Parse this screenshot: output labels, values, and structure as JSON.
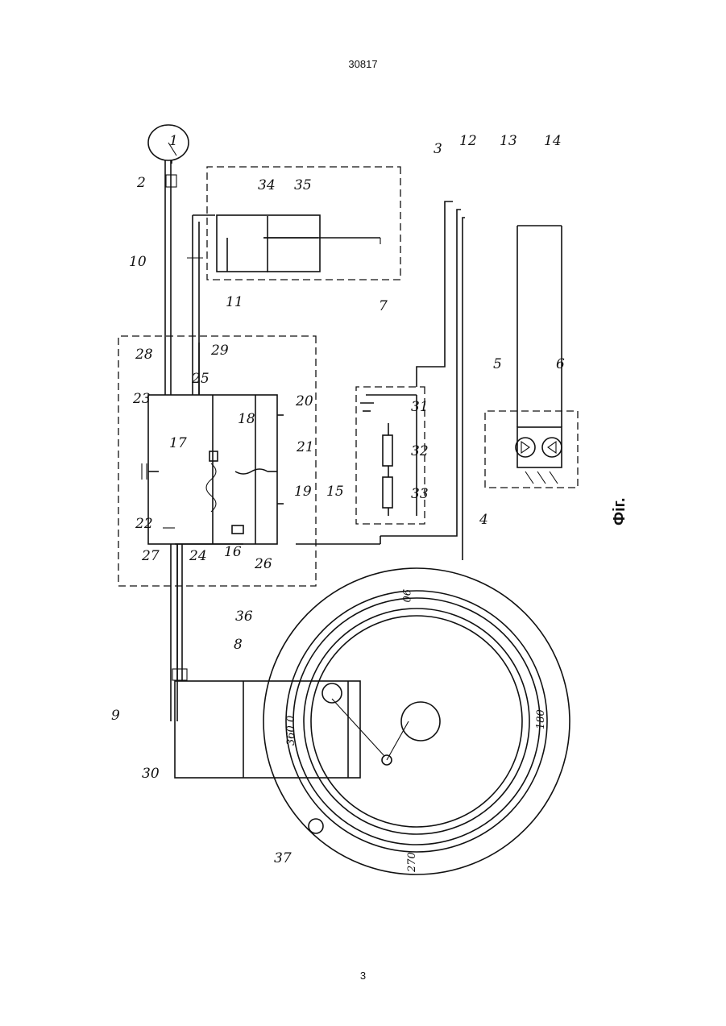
{
  "header": {
    "doc_number": "30817"
  },
  "footer": {
    "page_number": "3"
  },
  "figure": {
    "caption": "Фіг.",
    "labels": {
      "l1": "1",
      "l2": "2",
      "l3": "3",
      "l4": "4",
      "l5": "5",
      "l6": "6",
      "l7": "7",
      "l8": "8",
      "l9": "9",
      "l10": "10",
      "l11": "11",
      "l12": "12",
      "l13": "13",
      "l14": "14",
      "l15": "15",
      "l16": "16",
      "l17": "17",
      "l18": "18",
      "l19": "19",
      "l20": "20",
      "l21": "21",
      "l22": "22",
      "l23": "23",
      "l24": "24",
      "l25": "25",
      "l26": "26",
      "l27": "27",
      "l28": "28",
      "l29": "29",
      "l30": "30",
      "l31": "31",
      "l32": "32",
      "l33": "33",
      "l34": "34",
      "l35": "35",
      "l36": "36",
      "l37": "37"
    },
    "dial": {
      "d0": "360 0",
      "d90": "90",
      "d180": "180",
      "d270": "270"
    }
  }
}
